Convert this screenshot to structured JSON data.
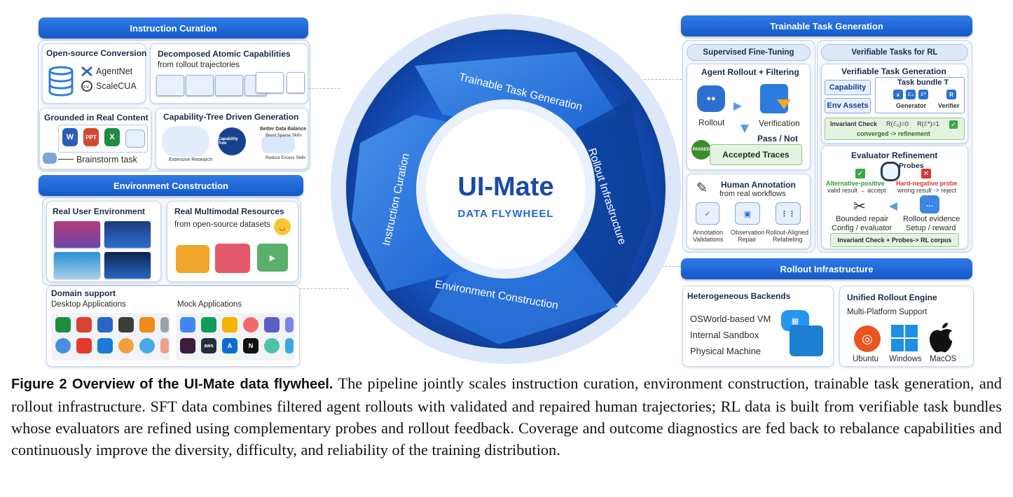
{
  "instruction_curation": {
    "header": "Instruction Curation",
    "open_source": {
      "title": "Open-source Conversion",
      "item1": "AgentNet",
      "item2": "ScaleCUA"
    },
    "atomic": {
      "title": "Decomposed Atomic Capabilities",
      "subtitle": "from rollout trajectories"
    },
    "grounded": {
      "title": "Grounded in Real Content",
      "brainstorm": "Brainstorm task"
    },
    "capability_tree": {
      "title": "Capability-Tree Driven Generation",
      "center": "Capability Tree",
      "better": "Better Data Balance",
      "boost": "Boost Sparse Skills",
      "reduce": "Reduce Excess Skills",
      "extensive": "Extensive Research"
    }
  },
  "environment_construction": {
    "header": "Environment Construction",
    "real_env": {
      "title": "Real User Environment"
    },
    "multimodal": {
      "title": "Real Multimodal Resources",
      "subtitle": "from open-source datasets"
    },
    "domain": {
      "title": "Domain support",
      "desktop": "Desktop Applications",
      "mock": "Mock Applications"
    }
  },
  "wheel": {
    "title": "UI-Mate",
    "subtitle": "DATA FLYWHEEL",
    "seg_top": "Trainable Task Generation",
    "seg_right": "Rollout Infrastructure",
    "seg_bottom": "Environment Construction",
    "seg_left": "Instruction Curation"
  },
  "trainable": {
    "header": "Trainable Task Generation",
    "sft": {
      "header": "Supervised Fine-Tuning",
      "rollout_box": {
        "title": "Agent Rollout + Filtering",
        "rollout": "Rollout",
        "verification": "Verification",
        "pass": "Pass / Not",
        "passed_stamp": "PASSED",
        "accepted": "Accepted Traces"
      },
      "human": {
        "title": "Human Annotation",
        "subtitle": "from real workflows",
        "step1a": "Annotation",
        "step1b": "Validations",
        "step2a": "Observation",
        "step2b": "Repair",
        "step3a": "Rollout-Aligned",
        "step3b": "Relabeling"
      }
    },
    "rl": {
      "header": "Verifiable Tasks for RL",
      "vtg": {
        "title": "Verifiable Task Generation",
        "capability": "Capability",
        "env_assets": "Env Assets",
        "bundle": "Task bundle T",
        "generator": "Generator",
        "verifier": "Verifier",
        "invariant": "Invariant Check",
        "r0": "R(ℰ₀)=0",
        "r1": "R(ℰ*)=1",
        "converged": "converged -> refinement"
      },
      "refine": {
        "title": "Evaluator Refinement",
        "probes": "Probes",
        "alt1": "Alternative-positive",
        "alt2": "valid result → accept",
        "hard1": "Hard-negative probe",
        "hard2": "wrong result -> reject",
        "bounded1": "Bounded repair",
        "bounded2": "Config / evaluator",
        "rollout1": "Rollout evidence",
        "rollout2": "Setup / reward",
        "footer": "Invariant Check + Probes-> RL corpus"
      }
    }
  },
  "rollout_infra": {
    "header": "Rollout Infrastructure",
    "backends": {
      "title": "Heterogeneous Backends",
      "b1": "OSWorld-based VM",
      "b2": "Internal Sandbox",
      "b3": "Physical Machine"
    },
    "engine": {
      "title": "Unified Rollout Engine",
      "subtitle": "Multi-Platform Support",
      "os1": "Ubuntu",
      "os2": "Windows",
      "os3": "MacOS"
    }
  },
  "caption": {
    "label": "Figure 2  Overview of the UI-Mate data flywheel.",
    "text": "The pipeline jointly scales instruction curation, environment construction, trainable task generation, and rollout infrastructure.  SFT data combines filtered agent rollouts with validated and repaired human trajectories; RL data is built from verifiable task bundles whose evaluators are refined using complementary probes and rollout feedback. Coverage and outcome diagnostics are fed back to rebalance capabilities and continuously improve the diversity, difficulty, and reliability of the training distribution."
  },
  "colors": {
    "primary": "#1559c9",
    "light": "#dce8f9",
    "green": "#2e9a3a",
    "red": "#d63a2f"
  }
}
